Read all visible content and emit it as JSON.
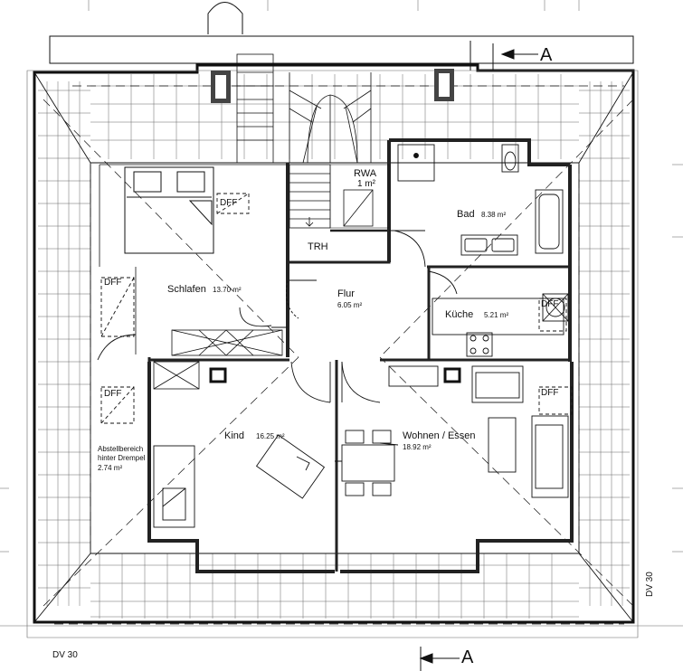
{
  "section": {
    "marker_top": "A",
    "marker_bottom": "A"
  },
  "roof": {
    "label_bottom": "DV 30",
    "label_right": "DV 30"
  },
  "rooms": {
    "schlafen": {
      "name": "Schlafen",
      "area": "13.70 m²"
    },
    "flur": {
      "name": "Flur",
      "area": "6.05 m²"
    },
    "bad": {
      "name": "Bad",
      "area": "8.38 m²"
    },
    "kueche": {
      "name": "Küche",
      "area": "5.21 m²"
    },
    "kind": {
      "name": "Kind",
      "area": "16.25 m²"
    },
    "wohnen": {
      "name": "Wohnen / Essen",
      "area": "18.92 m²"
    },
    "abstell": {
      "line1": "Abstellbereich",
      "line2": "hinter Drempel",
      "area": "2.74 m²"
    },
    "trh": {
      "name": "TRH"
    },
    "rwa": {
      "name": "RWA",
      "area": "1 m²"
    }
  },
  "skylights": {
    "label": "DFF"
  }
}
